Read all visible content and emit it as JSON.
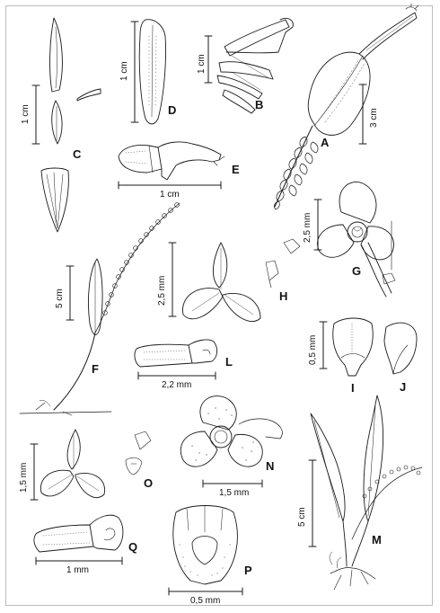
{
  "panels": {
    "A": {
      "letter": "A",
      "scale": "3 cm"
    },
    "B": {
      "letter": "B",
      "scale": "1 cm"
    },
    "C": {
      "letter": "C",
      "scale": "1 cm"
    },
    "D": {
      "letter": "D",
      "scale": "1 cm"
    },
    "E": {
      "letter": "E",
      "scale": "1 cm"
    },
    "F": {
      "letter": "F",
      "scale": "5 cm"
    },
    "G": {
      "letter": "G",
      "scale": "2,5 mm"
    },
    "H": {
      "letter": "H",
      "scale": "2,5 mm"
    },
    "I": {
      "letter": "I",
      "scale": "0,5 mm"
    },
    "J": {
      "letter": "J"
    },
    "L": {
      "letter": "L",
      "scale": "2,2 mm"
    },
    "M": {
      "letter": "M",
      "scale": "5 cm"
    },
    "N": {
      "letter": "N",
      "scale": "1,5 mm"
    },
    "O": {
      "letter": "O",
      "scale": "1,5 mm"
    },
    "P": {
      "letter": "P",
      "scale": "0,5 mm"
    },
    "Q": {
      "letter": "Q",
      "scale": "1 mm"
    }
  },
  "colors": {
    "ink": "#1a1a1a",
    "stipple": "#555555",
    "background": "#ffffff"
  }
}
